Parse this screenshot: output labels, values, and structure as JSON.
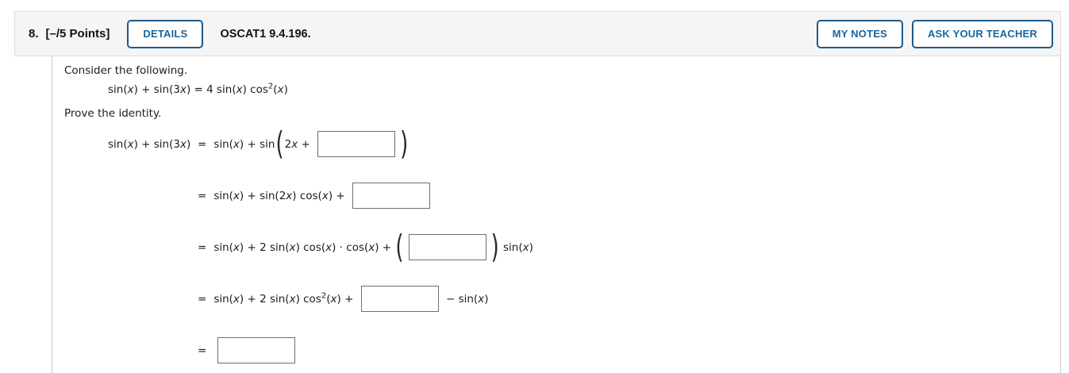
{
  "header": {
    "number": "8.",
    "points": "[–/5 Points]",
    "details_button": "DETAILS",
    "assignment_code": "OSCAT1 9.4.196.",
    "my_notes_button": "MY NOTES",
    "ask_teacher_button": "ASK YOUR TEACHER"
  },
  "colors": {
    "header_background": "#f5f5f5",
    "header_border": "#dcdcdc",
    "button_border_blue": "#1e598a",
    "button_text_blue": "#19669e",
    "body_border": "#c8c8c8",
    "input_border": "#6e6e6e",
    "text": "#1c1c1c"
  },
  "problem": {
    "intro": "Consider the following.",
    "given_equation": "sin(x) + sin(3x) = 4 sin(x) cos²(x)",
    "instruction": "Prove the identity.",
    "lines": {
      "line1": {
        "lhs": "sin(x) + sin(3x)",
        "eq": "=",
        "pre": "sin(x) + sin",
        "paren_open": "(",
        "inner": "2x + ",
        "input_value": "",
        "paren_close": ")"
      },
      "line2": {
        "eq": "=",
        "pre": "sin(x) + sin(2x) cos(x) + ",
        "input_value": ""
      },
      "line3": {
        "eq": "=",
        "pre": "sin(x) + 2 sin(x) cos(x) · cos(x) + ",
        "paren_open": "(",
        "input_value": "",
        "paren_close": ")",
        "post": " sin(x)"
      },
      "line4": {
        "eq": "=",
        "pre": "sin(x) + 2 sin(x) cos²(x) + ",
        "input_value": "",
        "post": " − sin(x)"
      },
      "line5": {
        "eq": "=",
        "input_value": ""
      }
    }
  }
}
